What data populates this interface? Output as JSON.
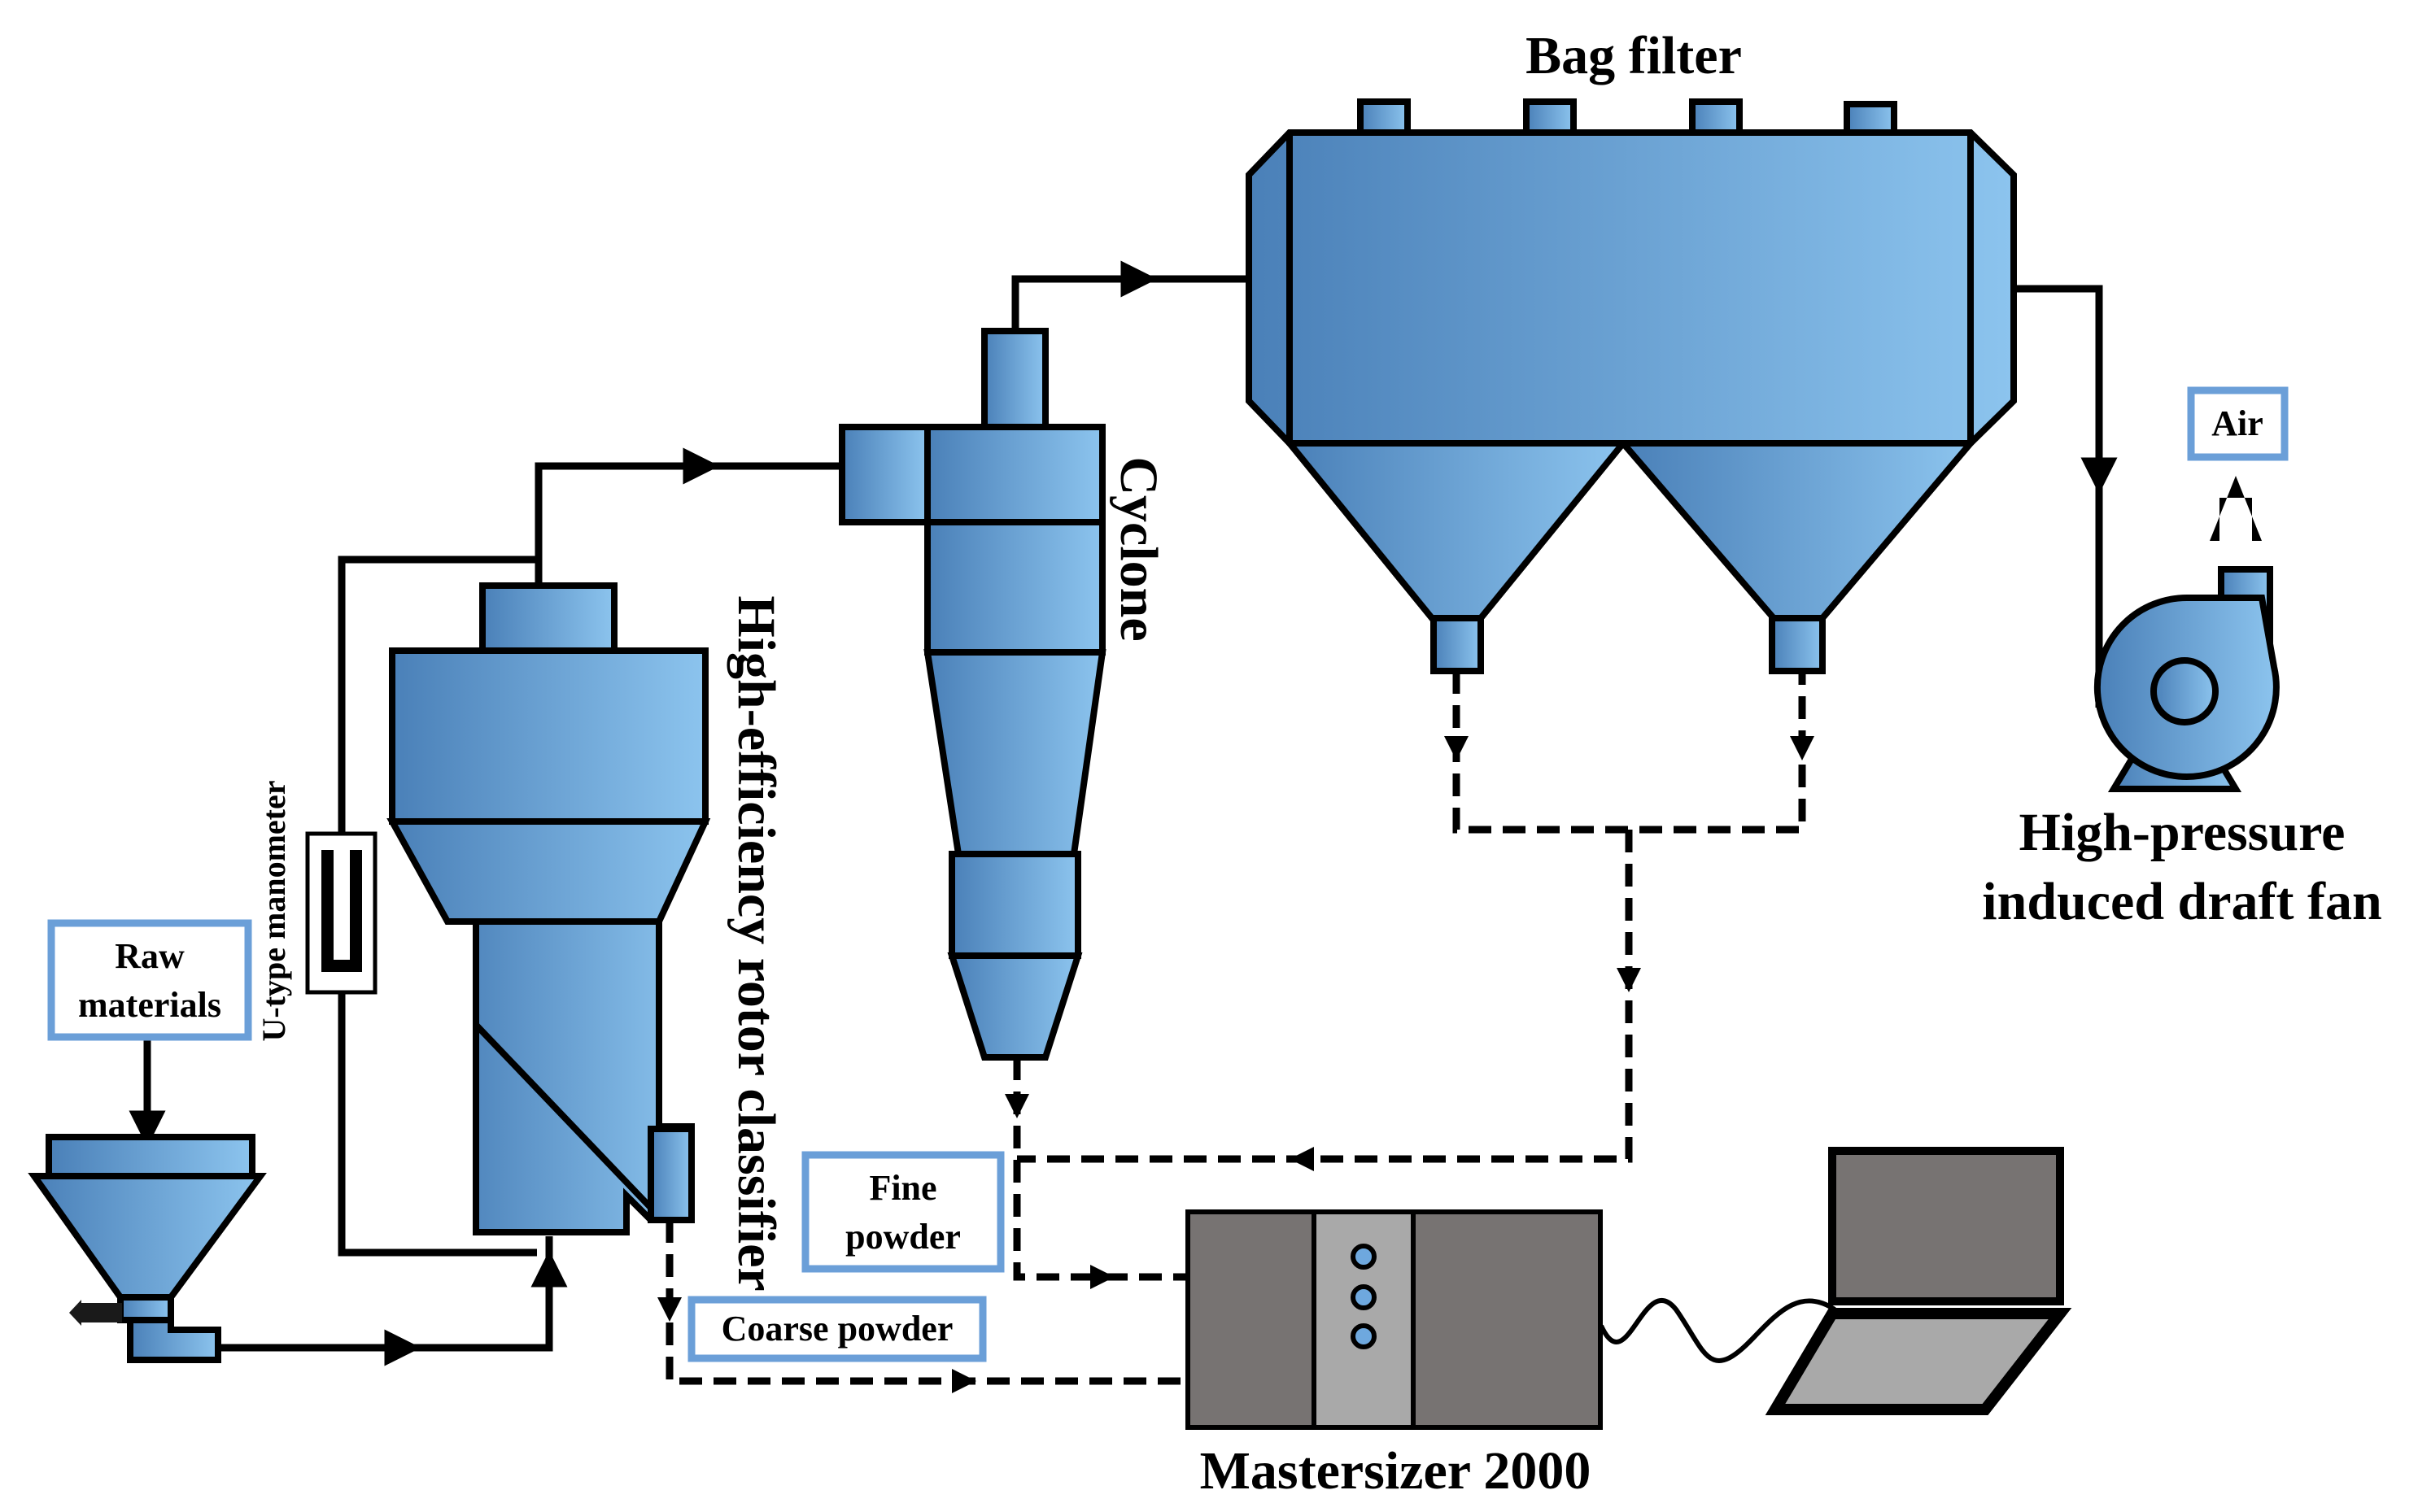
{
  "labels": {
    "bag_filter": "Bag filter",
    "cyclone": "Cyclone",
    "classifier": "High-efficiency rotor classifier",
    "manometer": "U-type manometer",
    "raw_materials_1": "Raw",
    "raw_materials_2": "materials",
    "fine_powder_1": "Fine",
    "fine_powder_2": "powder",
    "coarse_powder": "Coarse powder",
    "air": "Air",
    "fan_1": "High-pressure",
    "fan_2": "induced draft fan",
    "mastersizer": "Mastersizer 2000"
  },
  "colors": {
    "equipment_light": "#8cc4ee",
    "equipment_dark": "#4a80b8",
    "box_border": "#6b9fd8",
    "analyzer_body": "#777372",
    "analyzer_panel": "#a9a9a9",
    "laptop_screen": "#777372",
    "laptop_keyboard": "#a9a9a9",
    "line": "#000000"
  },
  "icons": {
    "fan": "centrifugal-fan-icon",
    "laptop": "laptop-icon",
    "hopper": "feed-hopper-icon",
    "analyzer": "laser-particle-analyzer-icon"
  }
}
